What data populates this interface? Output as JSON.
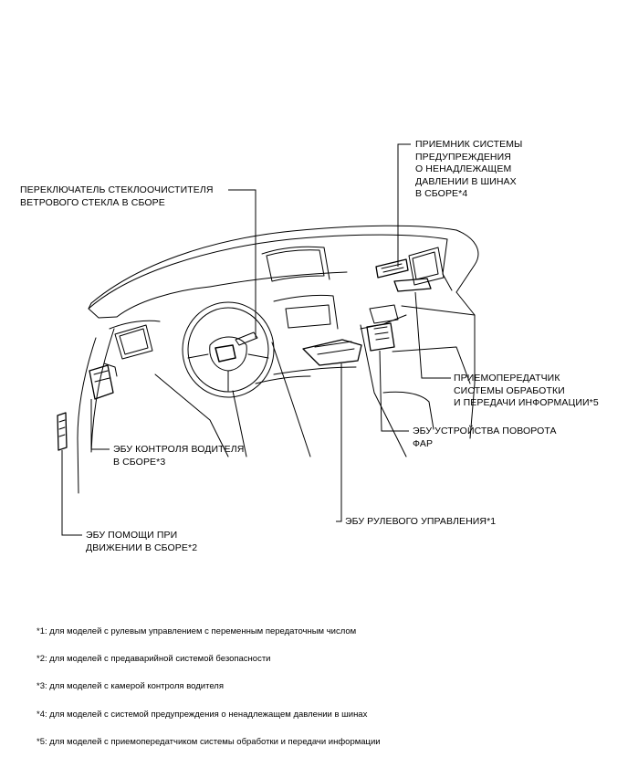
{
  "callouts": {
    "receiver_tpms": "ПРИЕМНИК СИСТЕМЫ\nПРЕДУПРЕЖДЕНИЯ\nО НЕНАДЛЕЖАЩЕМ\nДАВЛЕНИИ В ШИНАХ\nВ СБОРЕ*4",
    "wiper_switch": "ПЕРЕКЛЮЧАТЕЛЬ СТЕКЛООЧИСТИТЕЛЯ\nВЕТРОВОГО СТЕКЛА В СБОРЕ",
    "transceiver": "ПРИЕМОПЕРЕДАТЧИК\nСИСТЕМЫ ОБРАБОТКИ\nИ ПЕРЕДАЧИ ИНФОРМАЦИИ*5",
    "headlamp_swivel_ecu": "ЭБУ УСТРОЙСТВА ПОВОРОТА\nФАР",
    "driver_monitor_ecu": "ЭБУ КОНТРОЛЯ ВОДИТЕЛЯ\nВ СБОРЕ*3",
    "steering_ecu": "ЭБУ РУЛЕВОГО УПРАВЛЕНИЯ*1",
    "driving_support_ecu": "ЭБУ ПОМОЩИ ПРИ\nДВИЖЕНИИ В СБОРЕ*2"
  },
  "notes": [
    "*1: для моделей с рулевым управлением с переменным передаточным числом",
    "*2: для моделей с предаварийной системой безопасности",
    "*3: для моделей с камерой контроля водителя",
    "*4: для моделей с системой предупреждения о ненадлежащем давлении в шинах",
    "*5: для моделей с приемопередатчиком системы обработки и передачи информации"
  ]
}
